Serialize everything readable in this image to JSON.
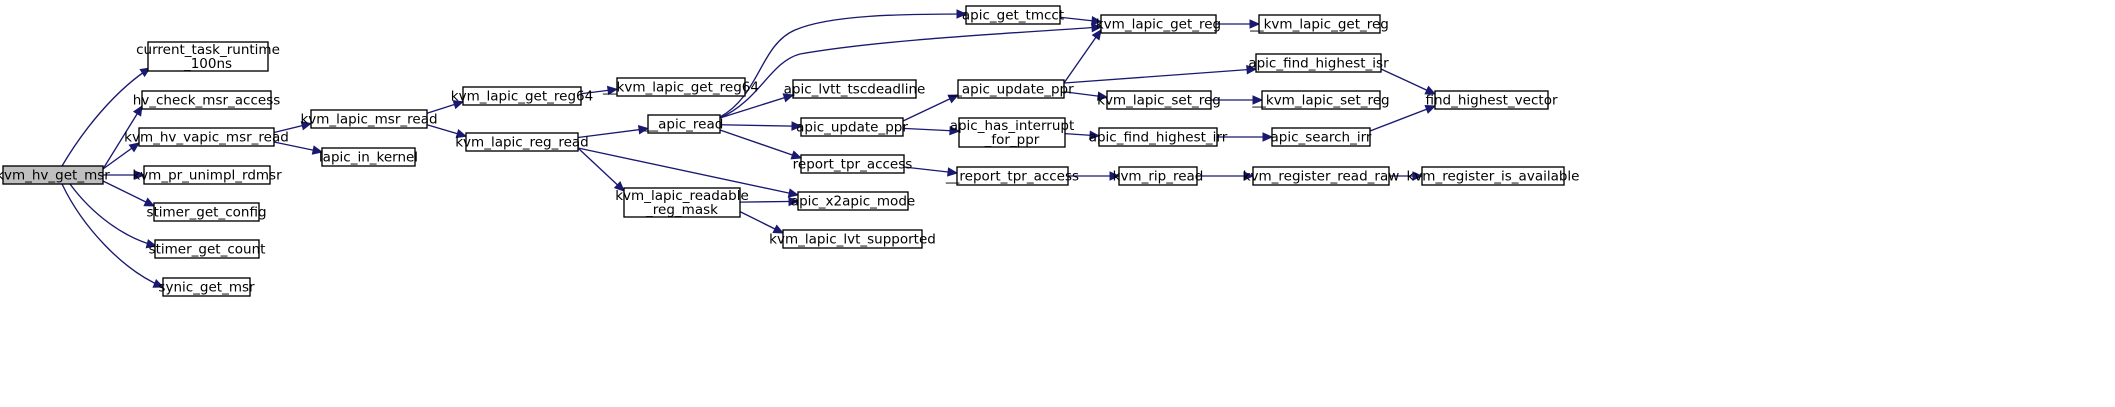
{
  "diagram": {
    "type": "call-graph",
    "colors": {
      "edge": "#191970",
      "root_fill": "#bfbfbf",
      "node_fill": "#ffffff",
      "node_border": "#000000"
    },
    "nodes": [
      {
        "id": "kvm_hv_get_msr",
        "lines": [
          "kvm_hv_get_msr"
        ],
        "root": true
      },
      {
        "id": "current_task_runtime_100ns",
        "lines": [
          "current_task_runtime",
          "_100ns"
        ]
      },
      {
        "id": "hv_check_msr_access",
        "lines": [
          "hv_check_msr_access"
        ]
      },
      {
        "id": "kvm_hv_vapic_msr_read",
        "lines": [
          "kvm_hv_vapic_msr_read"
        ]
      },
      {
        "id": "kvm_pr_unimpl_rdmsr",
        "lines": [
          "kvm_pr_unimpl_rdmsr"
        ]
      },
      {
        "id": "stimer_get_config",
        "lines": [
          "stimer_get_config"
        ]
      },
      {
        "id": "stimer_get_count",
        "lines": [
          "stimer_get_count"
        ]
      },
      {
        "id": "synic_get_msr",
        "lines": [
          "synic_get_msr"
        ]
      },
      {
        "id": "kvm_lapic_msr_read",
        "lines": [
          "kvm_lapic_msr_read"
        ]
      },
      {
        "id": "lapic_in_kernel",
        "lines": [
          "lapic_in_kernel"
        ]
      },
      {
        "id": "kvm_lapic_get_reg64",
        "lines": [
          "kvm_lapic_get_reg64"
        ]
      },
      {
        "id": "kvm_lapic_reg_read",
        "lines": [
          "kvm_lapic_reg_read"
        ]
      },
      {
        "id": "__kvm_lapic_get_reg64",
        "lines": [
          "__kvm_lapic_get_reg64"
        ]
      },
      {
        "id": "__apic_read",
        "lines": [
          "__apic_read"
        ]
      },
      {
        "id": "kvm_lapic_readable_reg_mask",
        "lines": [
          "kvm_lapic_readable",
          "_reg_mask"
        ]
      },
      {
        "id": "apic_get_tmcct",
        "lines": [
          "apic_get_tmcct"
        ]
      },
      {
        "id": "apic_lvtt_tscdeadline",
        "lines": [
          "apic_lvtt_tscdeadline"
        ]
      },
      {
        "id": "apic_update_ppr",
        "lines": [
          "apic_update_ppr"
        ]
      },
      {
        "id": "report_tpr_access",
        "lines": [
          "report_tpr_access"
        ]
      },
      {
        "id": "apic_x2apic_mode",
        "lines": [
          "apic_x2apic_mode"
        ]
      },
      {
        "id": "kvm_lapic_lvt_supported",
        "lines": [
          "kvm_lapic_lvt_supported"
        ]
      },
      {
        "id": "kvm_lapic_get_reg",
        "lines": [
          "kvm_lapic_get_reg"
        ]
      },
      {
        "id": "__apic_update_ppr",
        "lines": [
          "__apic_update_ppr"
        ]
      },
      {
        "id": "apic_has_interrupt_for_ppr",
        "lines": [
          "apic_has_interrupt",
          "_for_ppr"
        ]
      },
      {
        "id": "__report_tpr_access",
        "lines": [
          "__report_tpr_access"
        ]
      },
      {
        "id": "__kvm_lapic_get_reg",
        "lines": [
          "__kvm_lapic_get_reg"
        ]
      },
      {
        "id": "apic_find_highest_isr",
        "lines": [
          "apic_find_highest_isr"
        ]
      },
      {
        "id": "kvm_lapic_set_reg",
        "lines": [
          "kvm_lapic_set_reg"
        ]
      },
      {
        "id": "apic_find_highest_irr",
        "lines": [
          "apic_find_highest_irr"
        ]
      },
      {
        "id": "kvm_rip_read",
        "lines": [
          "kvm_rip_read"
        ]
      },
      {
        "id": "__kvm_lapic_set_reg",
        "lines": [
          "__kvm_lapic_set_reg"
        ]
      },
      {
        "id": "apic_search_irr",
        "lines": [
          "apic_search_irr"
        ]
      },
      {
        "id": "kvm_register_read_raw",
        "lines": [
          "kvm_register_read_raw"
        ]
      },
      {
        "id": "find_highest_vector",
        "lines": [
          "find_highest_vector"
        ]
      },
      {
        "id": "kvm_register_is_available",
        "lines": [
          "kvm_register_is_available"
        ]
      }
    ],
    "edges": [
      [
        "kvm_hv_get_msr",
        "current_task_runtime_100ns"
      ],
      [
        "kvm_hv_get_msr",
        "hv_check_msr_access"
      ],
      [
        "kvm_hv_get_msr",
        "kvm_hv_vapic_msr_read"
      ],
      [
        "kvm_hv_get_msr",
        "kvm_pr_unimpl_rdmsr"
      ],
      [
        "kvm_hv_get_msr",
        "stimer_get_config"
      ],
      [
        "kvm_hv_get_msr",
        "stimer_get_count"
      ],
      [
        "kvm_hv_get_msr",
        "synic_get_msr"
      ],
      [
        "kvm_hv_vapic_msr_read",
        "kvm_lapic_msr_read"
      ],
      [
        "kvm_hv_vapic_msr_read",
        "lapic_in_kernel"
      ],
      [
        "kvm_lapic_msr_read",
        "kvm_lapic_get_reg64"
      ],
      [
        "kvm_lapic_msr_read",
        "kvm_lapic_reg_read"
      ],
      [
        "kvm_lapic_get_reg64",
        "__kvm_lapic_get_reg64"
      ],
      [
        "kvm_lapic_reg_read",
        "__apic_read"
      ],
      [
        "kvm_lapic_reg_read",
        "apic_x2apic_mode"
      ],
      [
        "kvm_lapic_reg_read",
        "kvm_lapic_readable_reg_mask"
      ],
      [
        "__apic_read",
        "apic_get_tmcct"
      ],
      [
        "__apic_read",
        "kvm_lapic_get_reg"
      ],
      [
        "__apic_read",
        "apic_lvtt_tscdeadline"
      ],
      [
        "__apic_read",
        "apic_update_ppr"
      ],
      [
        "__apic_read",
        "report_tpr_access"
      ],
      [
        "kvm_lapic_readable_reg_mask",
        "apic_x2apic_mode"
      ],
      [
        "kvm_lapic_readable_reg_mask",
        "kvm_lapic_lvt_supported"
      ],
      [
        "apic_get_tmcct",
        "kvm_lapic_get_reg"
      ],
      [
        "apic_update_ppr",
        "__apic_update_ppr"
      ],
      [
        "apic_update_ppr",
        "apic_has_interrupt_for_ppr"
      ],
      [
        "report_tpr_access",
        "__report_tpr_access"
      ],
      [
        "kvm_lapic_get_reg",
        "__kvm_lapic_get_reg"
      ],
      [
        "__apic_update_ppr",
        "kvm_lapic_get_reg"
      ],
      [
        "__apic_update_ppr",
        "apic_find_highest_isr"
      ],
      [
        "__apic_update_ppr",
        "kvm_lapic_set_reg"
      ],
      [
        "apic_has_interrupt_for_ppr",
        "apic_find_highest_irr"
      ],
      [
        "__report_tpr_access",
        "kvm_rip_read"
      ],
      [
        "kvm_lapic_set_reg",
        "__kvm_lapic_set_reg"
      ],
      [
        "apic_find_highest_isr",
        "find_highest_vector"
      ],
      [
        "apic_find_highest_irr",
        "apic_search_irr"
      ],
      [
        "apic_search_irr",
        "find_highest_vector"
      ],
      [
        "kvm_rip_read",
        "kvm_register_read_raw"
      ],
      [
        "kvm_register_read_raw",
        "kvm_register_is_available"
      ]
    ]
  }
}
